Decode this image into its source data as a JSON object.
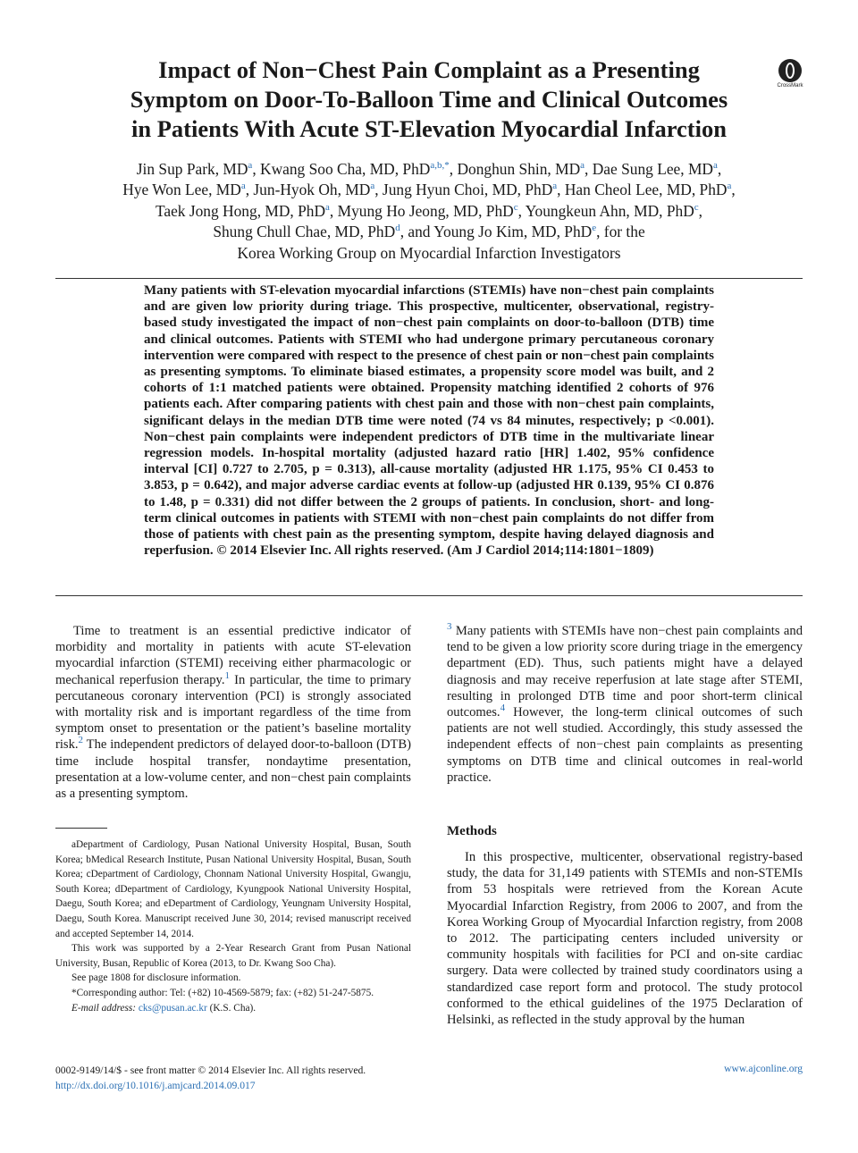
{
  "title_lines": [
    "Impact of Non−Chest Pain Complaint as a Presenting",
    "Symptom on Door-To-Balloon Time and Clinical Outcomes",
    "in Patients With Acute ST-Elevation Myocardial Infarction"
  ],
  "crossmark_label": "CrossMark",
  "authors": {
    "l1": [
      {
        "name": "Jin Sup Park, MD",
        "sup": "a",
        "after": ", "
      },
      {
        "name": "Kwang Soo Cha, MD, PhD",
        "sup": "a,b,*",
        "after": ", "
      },
      {
        "name": "Donghun Shin, MD",
        "sup": "a",
        "after": ", "
      },
      {
        "name": "Dae Sung Lee, MD",
        "sup": "a",
        "after": ","
      }
    ],
    "l2": [
      {
        "name": "Hye Won Lee, MD",
        "sup": "a",
        "after": ", "
      },
      {
        "name": "Jun-Hyok Oh, MD",
        "sup": "a",
        "after": ", "
      },
      {
        "name": "Jung Hyun Choi, MD, PhD",
        "sup": "a",
        "after": ", "
      },
      {
        "name": "Han Cheol Lee, MD, PhD",
        "sup": "a",
        "after": ","
      }
    ],
    "l3": [
      {
        "name": "Taek Jong Hong, MD, PhD",
        "sup": "a",
        "after": ", "
      },
      {
        "name": "Myung Ho Jeong, MD, PhD",
        "sup": "c",
        "after": ", "
      },
      {
        "name": "Youngkeun Ahn, MD, PhD",
        "sup": "c",
        "after": ","
      }
    ],
    "l4": [
      {
        "name": "Shung Chull Chae, MD, PhD",
        "sup": "d",
        "after": ", and "
      },
      {
        "name": "Young Jo Kim, MD, PhD",
        "sup": "e",
        "after": ", for the"
      }
    ],
    "group": "Korea Working Group on Myocardial Infarction Investigators"
  },
  "abstract": "Many patients with ST-elevation myocardial infarctions (STEMIs) have non−chest pain complaints and are given low priority during triage. This prospective, multicenter, observational, registry-based study investigated the impact of non−chest pain complaints on door-to-balloon (DTB) time and clinical outcomes. Patients with STEMI who had undergone primary percutaneous coronary intervention were compared with respect to the presence of chest pain or non−chest pain complaints as presenting symptoms. To eliminate biased estimates, a propensity score model was built, and 2 cohorts of 1:1 matched patients were obtained. Propensity matching identified 2 cohorts of 976 patients each. After comparing patients with chest pain and those with non−chest pain complaints, significant delays in the median DTB time were noted (74 vs 84 minutes, respectively; p <0.001). Non−chest pain complaints were independent predictors of DTB time in the multivariate linear regression models. In-hospital mortality (adjusted hazard ratio [HR] 1.402, 95% confidence interval [CI] 0.727 to 2.705, p = 0.313), all-cause mortality (adjusted HR 1.175, 95% CI 0.453 to 3.853, p = 0.642), and major adverse cardiac events at follow-up (adjusted HR 0.139, 95% CI 0.876 to 1.48, p = 0.331) did not differ between the 2 groups of patients. In conclusion, short- and long-term clinical outcomes in patients with STEMI with non−chest pain complaints do not differ from those of patients with chest pain as the presenting symptom, despite having delayed diagnosis and reperfusion. © 2014 Elsevier Inc. All rights reserved. (Am J Cardiol 2014;114:1801−1809)",
  "intro": {
    "p1_a": "Time to treatment is an essential predictive indicator of morbidity and mortality in patients with acute ST-elevation myocardial infarction (STEMI) receiving either pharmacologic or mechanical reperfusion therapy.",
    "ref1": "1",
    "p1_b": " In particular, the time to primary percutaneous coronary intervention (PCI) is strongly associated with mortality risk and is important regardless of the time from symptom onset to presentation or the patient’s baseline mortality risk.",
    "ref2": "2",
    "p1_c": " The independent predictors of delayed door-to-balloon (DTB) time include hospital transfer, nondaytime presentation, presentation at a low-volume center, and non−chest pain complaints as a presenting symptom.",
    "ref3": "3",
    "p1_d": " Many patients with STEMIs have non−chest pain complaints and tend to be given a low priority score during triage in the emergency department (ED). Thus, such patients might have a delayed diagnosis and may receive reperfusion at late stage after STEMI, resulting in prolonged DTB time and poor short-term clinical outcomes.",
    "ref4": "4",
    "p1_e": " However, the long-term clinical outcomes of such patients are not well studied. Accordingly, this study assessed the independent effects of non−chest pain complaints as presenting symptoms on DTB time and clinical outcomes in real-world practice."
  },
  "footnotes": {
    "affiliations": "aDepartment of Cardiology, Pusan National University Hospital, Busan, South Korea; bMedical Research Institute, Pusan National University Hospital, Busan, South Korea; cDepartment of Cardiology, Chonnam National University Hospital, Gwangju, South Korea; dDepartment of Cardiology, Kyungpook National University Hospital, Daegu, South Korea; and eDepartment of Cardiology, Yeungnam University Hospital, Daegu, South Korea. Manuscript received June 30, 2014; revised manuscript received and accepted September 14, 2014.",
    "support": "This work was supported by a 2-Year Research Grant from Pusan National University, Busan, Republic of Korea (2013, to Dr. Kwang Soo Cha).",
    "disclosure": "See page 1808 for disclosure information.",
    "corresponding": "*Corresponding author: Tel: (+82) 10-4569-5879; fax: (+82) 51-247-5875.",
    "email_label": "E-mail address:",
    "email": "cks@pusan.ac.kr",
    "email_after": " (K.S. Cha)."
  },
  "methods": {
    "heading": "Methods",
    "p1": "In this prospective, multicenter, observational registry-based study, the data for 31,149 patients with STEMIs and non-STEMIs from 53 hospitals were retrieved from the Korean Acute Myocardial Infarction Registry, from 2006 to 2007, and from the Korea Working Group of Myocardial Infarction registry, from 2008 to 2012. The participating centers included university or community hospitals with facilities for PCI and on-site cardiac surgery. Data were collected by trained study coordinators using a standardized case report form and protocol. The study protocol conformed to the ethical guidelines of the 1975 Declaration of Helsinki, as reflected in the study approval by the human"
  },
  "footer": {
    "issn": "0002-9149/14/$ - see front matter © 2014 Elsevier Inc. All rights reserved.",
    "doi": "http://dx.doi.org/10.1016/j.amjcard.2014.09.017",
    "website": "www.ajconline.org"
  }
}
